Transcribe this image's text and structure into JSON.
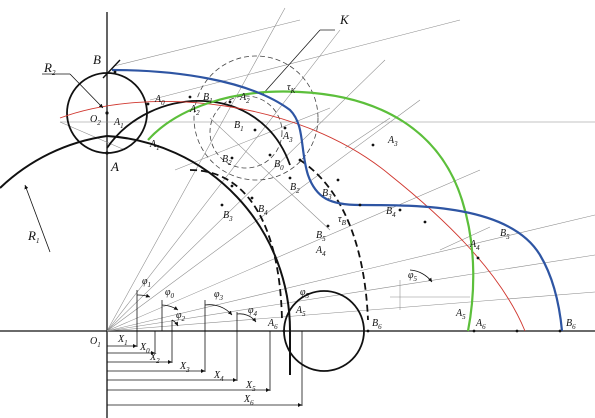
{
  "colors": {
    "background": "#ffffff",
    "ink": "#111111",
    "thin": "#7a7a7a",
    "blue_curve": "#2e55a3",
    "green_curve": "#5cbf3b",
    "red_curve": "#d0372f"
  },
  "labels": {
    "K": "K",
    "R2": "R",
    "R2_sub": "2",
    "R1": "R",
    "R1_sub": "1",
    "B": "B",
    "A": "A",
    "O2": "O",
    "O2_sub": "2",
    "O1": "O",
    "O1_sub": "1",
    "A0": "A",
    "A0_sub": "0",
    "A1": "A",
    "A1_sub": "1",
    "A1p": "A",
    "A1p_sub": "1",
    "A2": "A",
    "A2_sub": "2",
    "A2p": "A",
    "A2p_sub": "2",
    "A3": "A",
    "A3_sub": "3",
    "A3p": "A",
    "A3p_sub": "3",
    "A4": "A",
    "A4_sub": "4",
    "A4p": "A",
    "A4p_sub": "4",
    "A5": "A",
    "A5_sub": "5",
    "A5p": "A",
    "A5p_sub": "5",
    "A6": "A",
    "A6_sub": "6",
    "A6p": "A",
    "A6p_sub": "6",
    "B0": "B",
    "B0_sub": "0",
    "B1": "B",
    "B1_sub": "1",
    "B1p": "B",
    "B1p_sub": "1",
    "B2": "B",
    "B2_sub": "2",
    "B2p": "B",
    "B2p_sub": "2",
    "B3": "B",
    "B3_sub": "3",
    "B3p": "B",
    "B3p_sub": "3",
    "B4": "B",
    "B4_sub": "4",
    "B4p": "B",
    "B4p_sub": "4",
    "B5": "B",
    "B5_sub": "5",
    "B5p": "B",
    "B5p_sub": "5",
    "B6": "B",
    "B6_sub": "6",
    "B6p": "B",
    "B6p_sub": "6",
    "tau_K": "τ",
    "tau_K_sub": "K",
    "tau_B": "τ",
    "tau_B_sub": "B",
    "phi1": "φ",
    "phi1_sub": "1",
    "phi0": "φ",
    "phi0_sub": "0",
    "phi2": "φ",
    "phi2_sub": "2",
    "phi3": "φ",
    "phi3_sub": "3",
    "phi4": "φ",
    "phi4_sub": "4",
    "phi5": "φ",
    "phi5_sub": "5",
    "phi5b": "φ",
    "phi5b_sub": "5",
    "X1": "X",
    "X1_sub": "1",
    "X0": "X",
    "X0_sub": "0",
    "X2": "X",
    "X2_sub": "2",
    "X3": "X",
    "X3_sub": "3",
    "X4": "X",
    "X4_sub": "4",
    "X5": "X",
    "X5_sub": "5",
    "X6": "X",
    "X6_sub": "6"
  }
}
